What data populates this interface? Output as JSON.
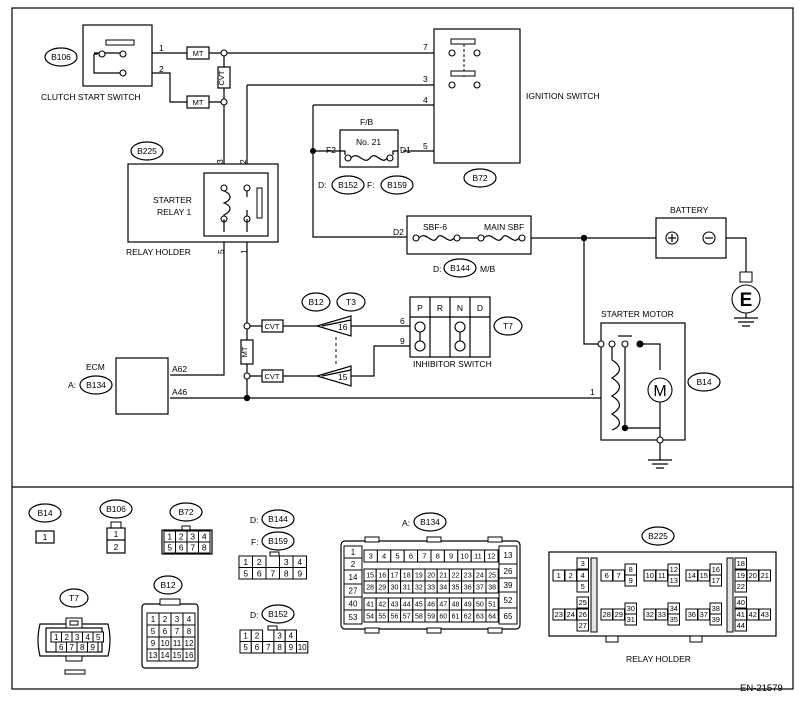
{
  "connectors": {
    "b106": "B106",
    "b225": "B225",
    "b72": "B72",
    "b152": "B152",
    "b159": "B159",
    "b144": "B144",
    "b12": "B12",
    "t3": "T3",
    "t7": "T7",
    "b134": "B134",
    "b14": "B14"
  },
  "components": {
    "clutch_start_switch": "CLUTCH START SWITCH",
    "ignition_switch": "IGNITION SWITCH",
    "fb": "F/B",
    "fuse_no21": "No. 21",
    "starter_relay_line1": "STARTER",
    "starter_relay_line2": "RELAY 1",
    "relay_holder": "RELAY HOLDER",
    "battery": "BATTERY",
    "sbf6": "SBF-6",
    "main_sbf": "MAIN SBF",
    "mb": "M/B",
    "starter_motor": "STARTER MOTOR",
    "inhibitor_switch": "INHIBITOR SWITCH",
    "ecm": "ECM",
    "motor_symbol": "M",
    "ground_e": "E"
  },
  "tags": {
    "mt": "MT",
    "cvt": "CVT",
    "prefix_d": "D:",
    "prefix_f": "F:",
    "prefix_a": "A:"
  },
  "pins": {
    "clutch_1": "1",
    "clutch_2": "2",
    "ign_7": "7",
    "ign_3": "3",
    "ign_4": "4",
    "ign_5": "5",
    "fb_f2": "F2",
    "fb_d1": "D1",
    "mb_d2": "D2",
    "relay_3": "3",
    "relay_2": "2",
    "relay_5": "5",
    "relay_1": "1",
    "t3_16": "16",
    "t3_15": "15",
    "inh_6": "6",
    "inh_9": "9",
    "ecm_a62": "A62",
    "ecm_a46": "A46",
    "motor_1": "1"
  },
  "inhibitor_positions": [
    "P",
    "R",
    "N",
    "D"
  ],
  "legend": {
    "b14": {
      "label": "B14",
      "pins": [
        [
          "1"
        ]
      ]
    },
    "b106": {
      "label": "B106",
      "pins": [
        [
          "1"
        ],
        [
          "2"
        ]
      ]
    },
    "b72": {
      "label": "B72",
      "pins": [
        [
          "1",
          "2",
          "3",
          "4"
        ],
        [
          "5",
          "6",
          "7",
          "8"
        ]
      ]
    },
    "b144": {
      "label": "B144",
      "prefix": "D:"
    },
    "b159": {
      "label": "B159",
      "prefix": "F:",
      "pins": [
        [
          "1",
          "2",
          "",
          "3",
          "4"
        ],
        [
          "5",
          "6",
          "7",
          "8",
          "9"
        ]
      ]
    },
    "b152": {
      "label": "B152",
      "prefix": "D:",
      "pins": [
        [
          "1",
          "2",
          "",
          "3",
          "4"
        ],
        [
          "5",
          "6",
          "7",
          "8",
          "9",
          "10"
        ]
      ]
    },
    "b134": {
      "label": "B134",
      "prefix": "A:",
      "pins": [
        [
          "3",
          "4",
          "5",
          "6",
          "7",
          "8",
          "9",
          "10",
          "11",
          "12"
        ],
        [
          "15",
          "16",
          "17",
          "18",
          "19",
          "20",
          "21",
          "22",
          "23",
          "24",
          "25"
        ],
        [
          "28",
          "29",
          "30",
          "31",
          "32",
          "33",
          "34",
          "35",
          "36",
          "37",
          "38"
        ],
        [
          "41",
          "42",
          "43",
          "44",
          "45",
          "46",
          "47",
          "48",
          "49",
          "50",
          "51"
        ],
        [
          "54",
          "55",
          "56",
          "57",
          "58",
          "59",
          "60",
          "61",
          "62",
          "63",
          "64"
        ]
      ],
      "left": [
        "1",
        "2",
        "14",
        "27",
        "40",
        "53"
      ],
      "right": [
        "13",
        "26",
        "39",
        "52",
        "65"
      ]
    },
    "b225": {
      "label": "B225",
      "pins": [
        "1",
        "2",
        "3",
        "4",
        "5",
        "6",
        "7",
        "8",
        "9",
        "10",
        "11",
        "12",
        "13",
        "14",
        "15",
        "16",
        "17",
        "18",
        "19",
        "20",
        "21",
        "22",
        "23",
        "24",
        "25",
        "26",
        "27",
        "28",
        "29",
        "30",
        "31",
        "32",
        "33",
        "34",
        "35",
        "36",
        "37",
        "38",
        "39",
        "40",
        "41",
        "42",
        "43",
        "44"
      ]
    },
    "t7": {
      "label": "T7",
      "pins": [
        [
          "1",
          "2",
          "3",
          "4",
          "5"
        ],
        [
          "6",
          "7",
          "8",
          "9"
        ]
      ]
    },
    "b12": {
      "label": "B12",
      "pins": [
        [
          "1",
          "2",
          "3",
          "4"
        ],
        [
          "5",
          "6",
          "7",
          "8"
        ],
        [
          "9",
          "10",
          "11",
          "12"
        ],
        [
          "13",
          "14",
          "15",
          "16"
        ]
      ]
    }
  },
  "relay_holder_caption": "RELAY HOLDER",
  "figure_code": "EN-21579"
}
